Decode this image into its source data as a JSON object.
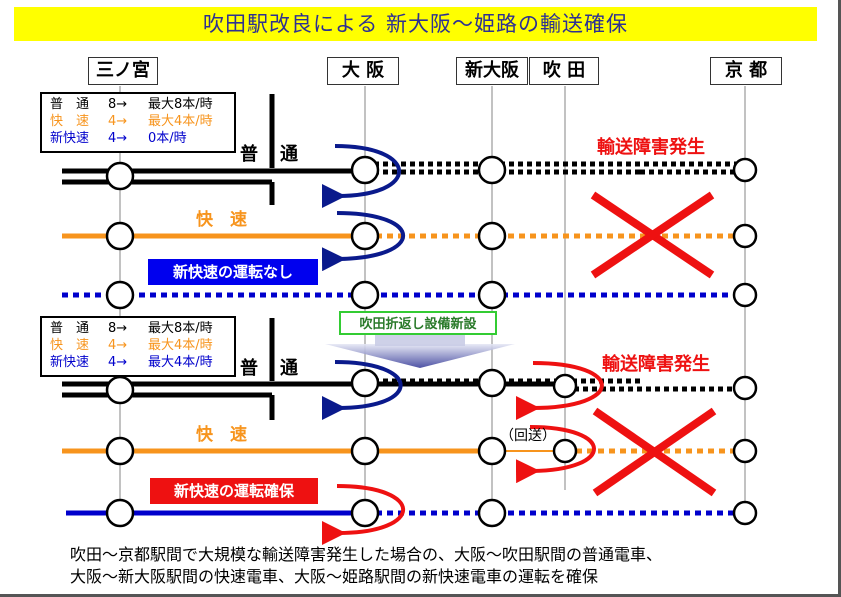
{
  "title": "吹田駅改良による 新大阪～姫路の輸送確保",
  "stations": [
    {
      "id": "sannomiya",
      "label": "三ノ宮"
    },
    {
      "id": "osaka",
      "label": "大 阪"
    },
    {
      "id": "shin-osaka",
      "label": "新大阪"
    },
    {
      "id": "suita",
      "label": "吹 田"
    },
    {
      "id": "kyoto",
      "label": "京 都"
    }
  ],
  "before": {
    "legend": [
      {
        "name": "普　通",
        "from": "8→",
        "to": "最大8本/時",
        "color": "black"
      },
      {
        "name": "快　速",
        "from": "4→",
        "to": "最大4本/時",
        "color": "orange"
      },
      {
        "name": "新快速",
        "from": "4→",
        "to": "0本/時",
        "color": "blue"
      }
    ],
    "local_label_1": "普",
    "local_label_2": "通",
    "rapid_label": "快　速",
    "disruption_label": "輸送障害発生",
    "special_rapid_badge": "新快速の運転なし"
  },
  "improvement_label": "吹田折返し設備新設",
  "after": {
    "legend": [
      {
        "name": "普　通",
        "from": "8→",
        "to": "最大8本/時",
        "color": "black"
      },
      {
        "name": "快　速",
        "from": "4→",
        "to": "最大4本/時",
        "color": "orange"
      },
      {
        "name": "新快速",
        "from": "4→",
        "to": "最大4本/時",
        "color": "blue"
      }
    ],
    "local_label_1": "普",
    "local_label_2": "通",
    "rapid_label": "快　速",
    "disruption_label": "輸送障害発生",
    "deadhead_label": "（回送）",
    "special_rapid_badge": "新快速の運転確保"
  },
  "footer": {
    "line1": "吹田～京都駅間で大規模な輸送障害発生した場合の、大阪～吹田駅間の普通電車、",
    "line2": "大阪～新大阪駅間の快速電車、大阪～姫路駅間の新快速電車の運転を確保"
  },
  "colors": {
    "title_bg": "#ffff00",
    "title_text": "#2e3192",
    "local": "#000000",
    "rapid": "#f7941d",
    "special_rapid": "#0000cc",
    "turnback_arrow_before": "#0a1a8c",
    "turnback_arrow_after": "#ee1111",
    "disruption": "#ee1111",
    "badge_before": "#0000ee",
    "badge_after": "#ee1111",
    "improvement_border": "#33cc33"
  }
}
